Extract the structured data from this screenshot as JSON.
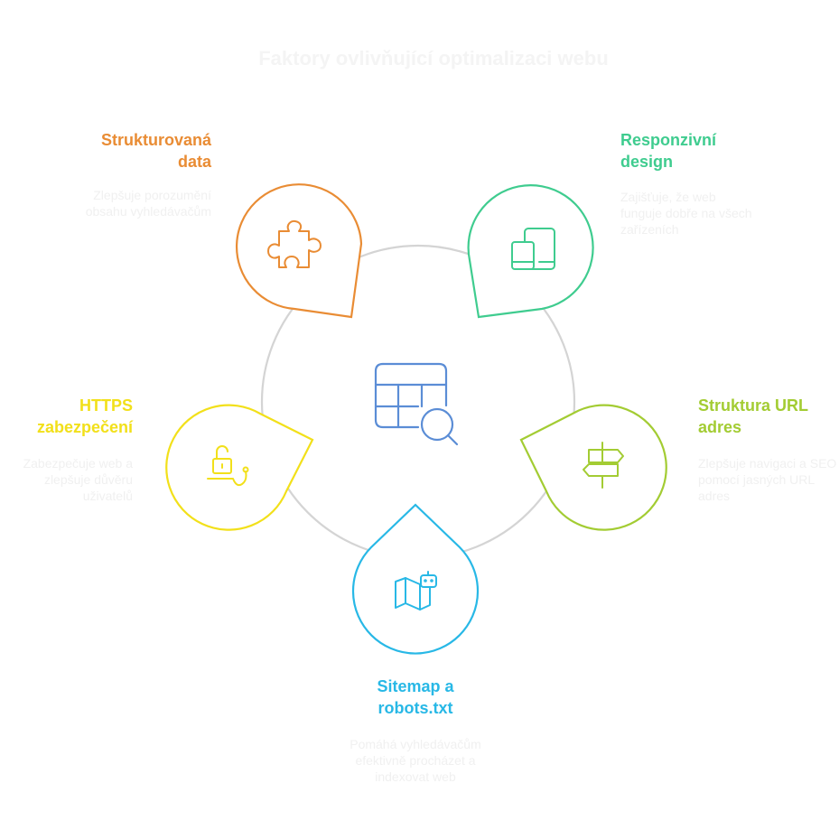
{
  "title": "Faktory ovlivňující optimalizaci webu",
  "colors": {
    "hub": "#d4d4d4",
    "center_icon": "#5b8dd6",
    "structured": "#e98c34",
    "responsive": "#3fcc8f",
    "url": "#a3cc33",
    "sitemap": "#28b8e6",
    "https": "#f2e01a"
  },
  "center": {
    "icon": "table-search-icon"
  },
  "items": {
    "structured": {
      "heading": [
        "Strukturovaná",
        "data"
      ],
      "description": [
        "Zlepšuje porozumění",
        "obsahu vyhledávačům"
      ],
      "icon": "puzzle-icon"
    },
    "responsive": {
      "heading": [
        "Responzivní",
        "design"
      ],
      "description": [
        "Zajišťuje, že web",
        "funguje dobře na všech",
        "zařízeních"
      ],
      "icon": "devices-icon"
    },
    "url": {
      "heading": [
        "Struktura URL",
        "adres"
      ],
      "description": [
        "Zlepšuje navigaci a SEO",
        "pomocí jasných URL",
        "adres"
      ],
      "icon": "signpost-icon"
    },
    "sitemap": {
      "heading": [
        "Sitemap a",
        "robots.txt"
      ],
      "description": [
        "Pomáhá vyhledávačům",
        "efektivně procházet a",
        "indexovat web"
      ],
      "icon": "map-robot-icon"
    },
    "https": {
      "heading": [
        "HTTPS",
        "zabezpečení"
      ],
      "description": [
        "Zabezpečuje web a",
        "zlepšuje důvěru",
        "uživatelů"
      ],
      "icon": "unlocked-padlock-icon"
    }
  }
}
